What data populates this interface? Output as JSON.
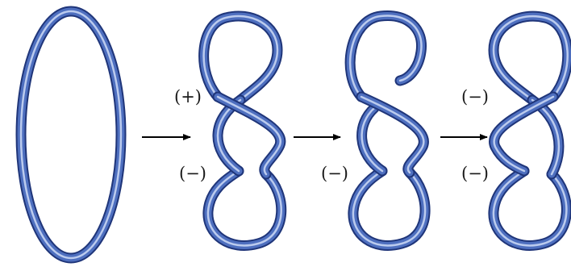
{
  "diagram": {
    "figures": [
      {
        "id": "loop",
        "kind": "closed loop"
      },
      {
        "id": "figure-eight-1",
        "kind": "twisted loop, two crossings"
      },
      {
        "id": "figure-eight-2",
        "kind": "twisted loop, one crossing, strand cut at top"
      },
      {
        "id": "figure-eight-3",
        "kind": "twisted loop, two crossings"
      }
    ],
    "arrows": 3,
    "crossing_labels": {
      "fig1_top": "(+)",
      "fig1_bottom": "(−)",
      "fig2_bottom": "(−)",
      "fig3_top": "(−)",
      "fig3_bottom": "(−)"
    }
  },
  "colors": {
    "tube": "#4e6fbf",
    "tube_outline": "#1f3579",
    "tube_highlight": "#cfdcf6",
    "arrow": "#000000",
    "label": "#1a1a1a"
  }
}
